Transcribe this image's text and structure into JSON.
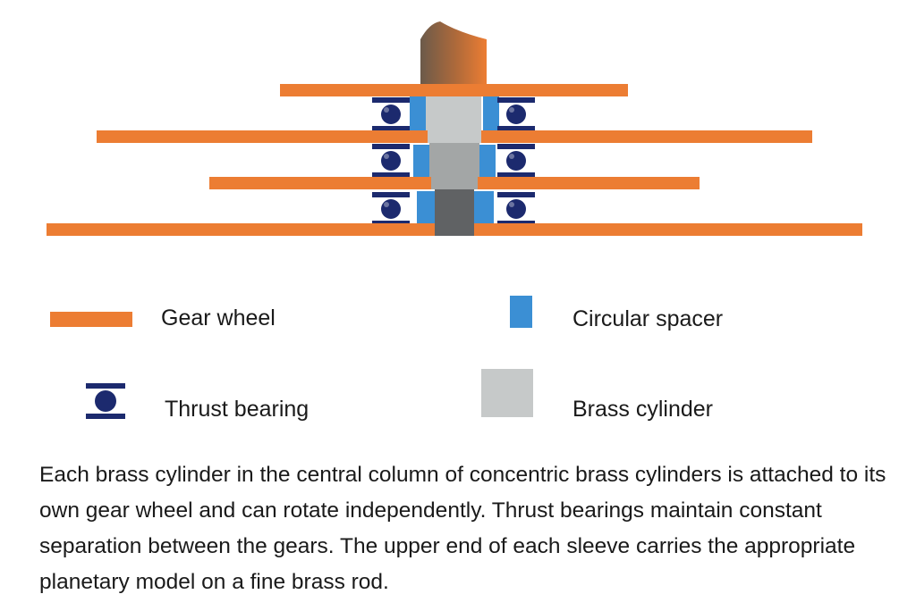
{
  "colors": {
    "gear": "#ec7d33",
    "spacer": "#3b8fd4",
    "bearing": "#1c2a6e",
    "cylinder_light": "#c6c9c9",
    "cylinder_mid": "#a3a6a6",
    "cylinder_dark": "#606264",
    "rod_dark": "#6b5a4a"
  },
  "legend": {
    "gear_wheel": "Gear wheel",
    "circular_spacer": "Circular spacer",
    "thrust_bearing": "Thrust bearing",
    "brass_cylinder": "Brass cylinder"
  },
  "caption": "Each brass cylinder in the central column of concentric brass cylinders is attached to its own gear wheel and can rotate independently. Thrust bearings maintain constant separation between the gears. The upper end of each sleeve carries the appropriate planetary model on a fine brass rod."
}
